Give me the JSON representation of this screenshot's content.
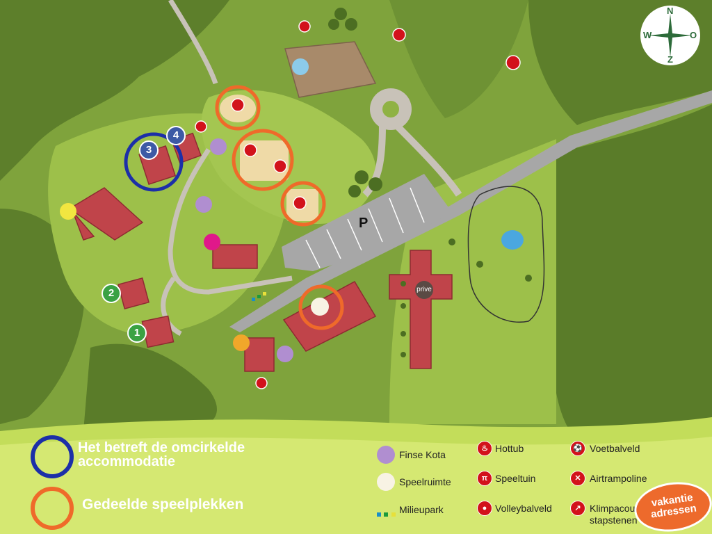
{
  "map": {
    "parking_label": "P",
    "private_label": "prive",
    "accommodation_markers": [
      "1",
      "2",
      "3",
      "4"
    ],
    "compass": {
      "n": "N",
      "e": "O",
      "s": "Z",
      "w": "W"
    }
  },
  "legend": {
    "circled_title": "Het betreft de omcirkelde accommodatie",
    "shared_title": "Gedeelde speelplekken",
    "items": [
      {
        "label": "Finse Kota",
        "icon": "kota-icon",
        "color": "#b08ed0"
      },
      {
        "label": "Speelruimte",
        "icon": "playroom-icon",
        "color": "#f8f3e4"
      },
      {
        "label": "Milieupark",
        "icon": "recycling-icon",
        "color": "#1a8fc7"
      },
      {
        "label": "Hottub",
        "icon": "hottub-icon",
        "color": "#d2121b"
      },
      {
        "label": "Speeltuin",
        "icon": "swing-icon",
        "color": "#d2121b"
      },
      {
        "label": "Volleybalveld",
        "icon": "volleyball-icon",
        "color": "#d2121b"
      },
      {
        "label": "Voetbalveld",
        "icon": "football-icon",
        "color": "#d2121b"
      },
      {
        "label": "Airtrampoline",
        "icon": "trampoline-icon",
        "color": "#d2121b"
      },
      {
        "label": "Klimpacour stapstenen",
        "icon": "climbing-icon",
        "color": "#d2121b"
      }
    ]
  },
  "brand": {
    "line1": "vakantie",
    "line2": "adressen",
    "color": "#ed6a2c"
  },
  "colors": {
    "highlight_circle": "#1c2fa8",
    "shared_circle": "#ef6a2a",
    "roof": "#c0444a",
    "field": "#9dc04a"
  }
}
